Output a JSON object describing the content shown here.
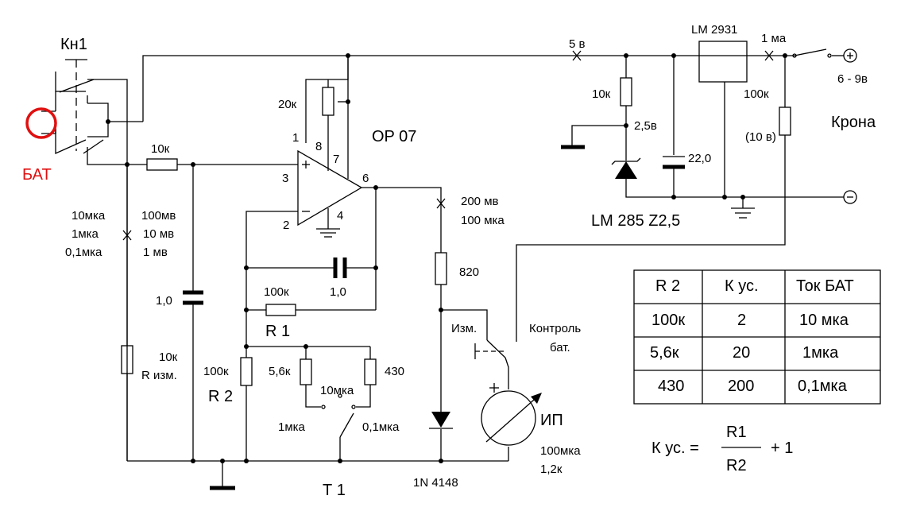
{
  "labels": {
    "kn1": "Кн1",
    "bat": "БАТ",
    "r_input": "10к",
    "range_10mka": "10мка",
    "range_1mka": "1мка",
    "range_0_1mka": "0,1мка",
    "v_100mv": "100мв",
    "v_10mv": "10 мв",
    "v_1mv": "1 мв",
    "c_input": "1,0",
    "r_izm_value": "10к",
    "r_izm": "R изм.",
    "trim_20k": "20к",
    "pin1": "1",
    "pin8": "8",
    "pin7": "7",
    "pin3": "3",
    "pin6": "6",
    "pin2": "2",
    "pin4": "4",
    "opamp": "OP 07",
    "out_voltage": "200 мв",
    "out_current": "100 мка",
    "c_feedback": "1,0",
    "r1_value": "100к",
    "r1": "R 1",
    "r2_value": "100к",
    "r2": "R 2",
    "r_5_6k": "5,6к",
    "r_430": "430",
    "sw_10mka": "10мка",
    "sw_1mka": "1мка",
    "sw_0_1mka": "0,1мка",
    "r_820": "820",
    "izm": "Изм.",
    "control_line1": "Контроль",
    "control_line2": "бат.",
    "meter": "ИП",
    "meter_current": "100мка",
    "meter_resistance": "1,2к",
    "t1": "Т 1",
    "diode": "1N 4148",
    "v5": "5 в",
    "regulator": "LM 2931",
    "i_1ma": "1 ма",
    "supply_range": "6 - 9в",
    "r_ref": "10к",
    "v_ref": "2,5в",
    "r_div": "100к",
    "r_div_note": "(10 в)",
    "battery_type": "Крона",
    "c_reg": "22,0",
    "zener": "LM 285 Z2,5"
  },
  "table": {
    "headers": [
      "R 2",
      "К ус.",
      "Ток БАТ"
    ],
    "rows": [
      [
        "100к",
        "2",
        "10 мка"
      ],
      [
        "5,6к",
        "20",
        "1мка"
      ],
      [
        "430",
        "200",
        "0,1мка"
      ]
    ]
  },
  "formula": {
    "lhs": "К ус. =",
    "numerator": "R1",
    "denominator": "R2",
    "rhs": "+ 1"
  },
  "colors": {
    "battery_accent": "#e01010",
    "lines": "#000000",
    "background": "#ffffff"
  }
}
